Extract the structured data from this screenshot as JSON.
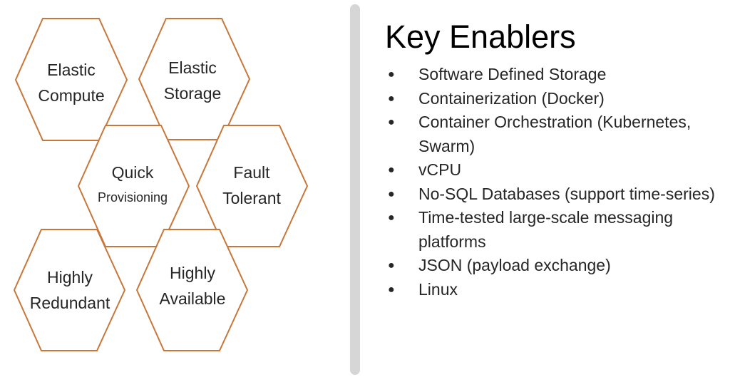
{
  "hexagons": [
    {
      "lines": [
        "Elastic",
        "Compute"
      ]
    },
    {
      "lines": [
        "Elastic",
        "Storage"
      ]
    },
    {
      "lines": [
        "Quick",
        "Provisioning"
      ]
    },
    {
      "lines": [
        "Fault",
        "Tolerant"
      ]
    },
    {
      "lines": [
        "Highly",
        "Redundant"
      ]
    },
    {
      "lines": [
        "Highly",
        "Available"
      ]
    }
  ],
  "title": "Key Enablers",
  "bullet_icon": "bullet-dot",
  "enablers": [
    "Software Defined Storage",
    "Containerization (Docker)",
    "Container Orchestration (Kubernetes, Swarm)",
    "vCPU",
    "No-SQL Databases (support time-series)",
    "Time-tested large-scale messaging platforms",
    "JSON (payload exchange)",
    "Linux"
  ],
  "colors": {
    "hex_stroke": "#c8773a",
    "divider": "#d6d6d6",
    "text": "#262626"
  }
}
